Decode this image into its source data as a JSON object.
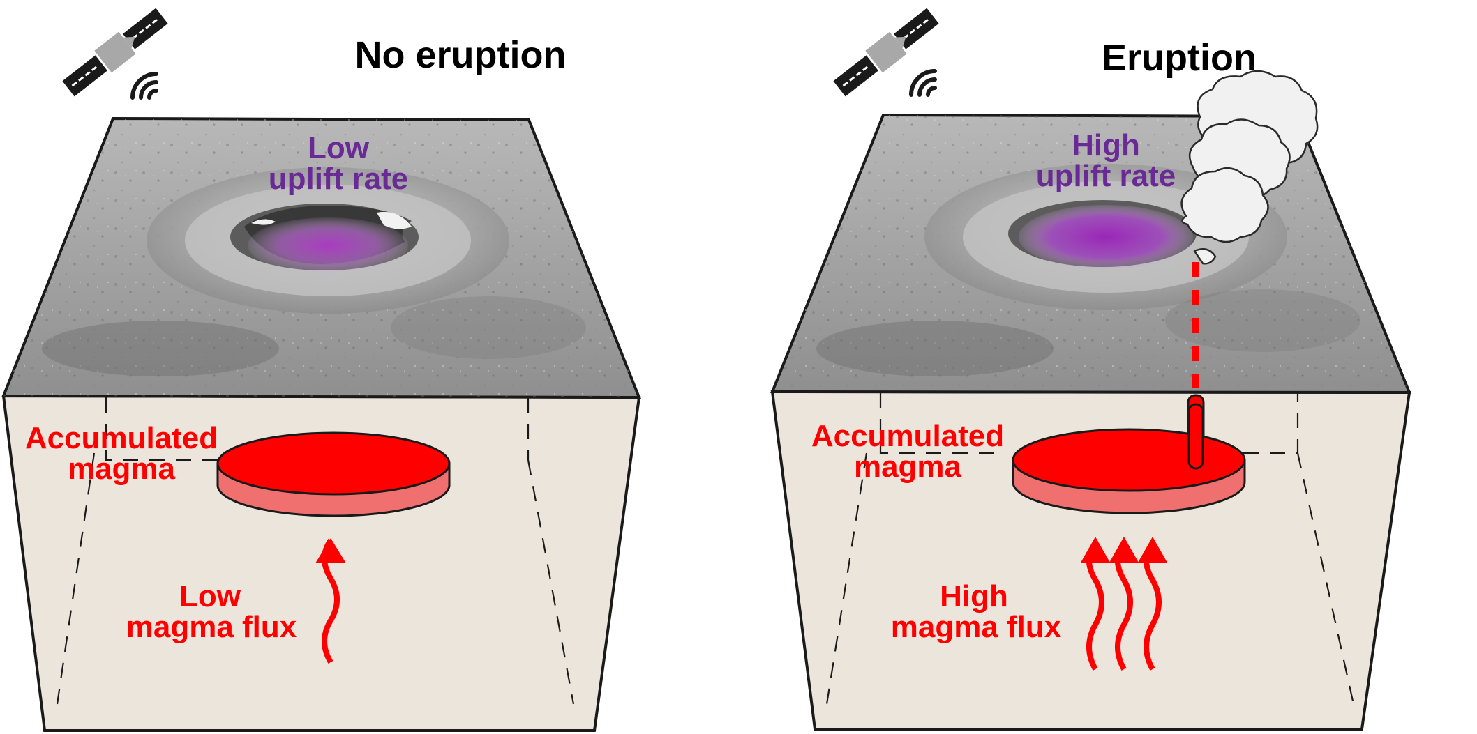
{
  "colors": {
    "magma": "#ff0000",
    "magma_side": "#f07070",
    "uplift_text": "#6a2a96",
    "subsurface": "#ebe5dc",
    "surface_gray": "#9c9c9c"
  },
  "left_panel": {
    "title": "No eruption",
    "uplift_line1": "Low",
    "uplift_line2": "uplift rate",
    "magma_line1": "Accumulated",
    "magma_line2": "magma",
    "flux_line1": "Low",
    "flux_line2": "magma flux",
    "icons": [
      "satellite-icon",
      "signal-icon"
    ]
  },
  "right_panel": {
    "title": "Eruption",
    "uplift_line1": "High",
    "uplift_line2": "uplift rate",
    "magma_line1": "Accumulated",
    "magma_line2": "magma",
    "flux_line1": "High",
    "flux_line2": "magma flux",
    "icons": [
      "satellite-icon",
      "signal-icon",
      "plume-icon"
    ]
  }
}
